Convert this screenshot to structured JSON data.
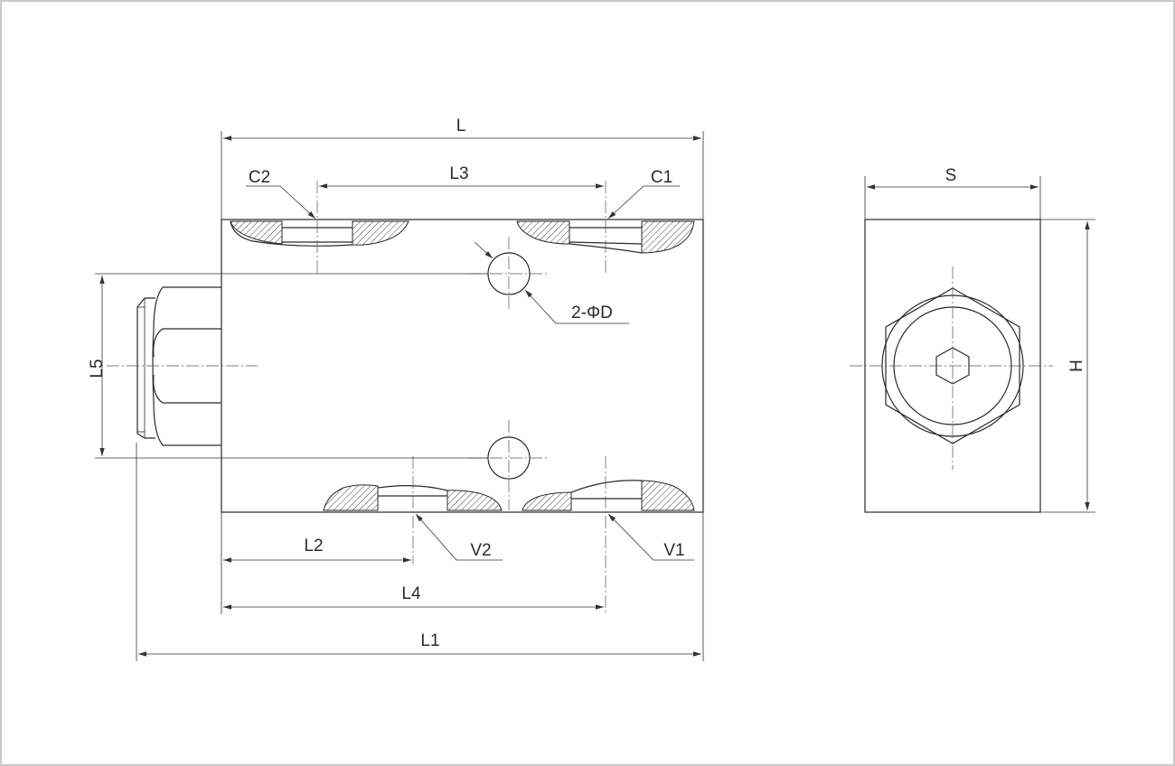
{
  "labels": {
    "L": "L",
    "L1": "L1",
    "L2": "L2",
    "L3": "L3",
    "L4": "L4",
    "L5": "L5",
    "S": "S",
    "H": "H",
    "C1": "C1",
    "C2": "C2",
    "V1": "V1",
    "V2": "V2",
    "hole": "2-ΦD"
  },
  "colors": {
    "line": "#2a2a2a",
    "frame": "#c8c8c8",
    "background": "#ffffff"
  }
}
